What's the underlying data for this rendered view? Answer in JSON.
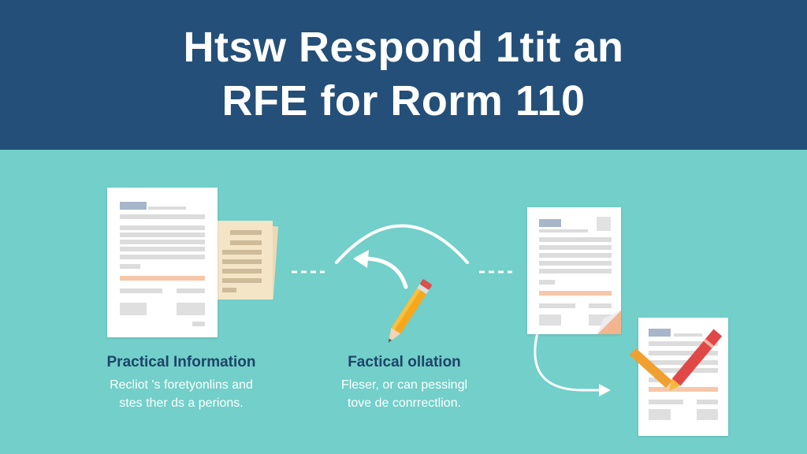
{
  "header": {
    "title_line1": "Htsw Respond 1tit an",
    "title_line2": "RFE for Rorm 110"
  },
  "colors": {
    "header_bg": "#244f78",
    "canvas_bg": "#72cfc9",
    "caption_title": "#1e4468",
    "accent_orange": "#f6c7a9",
    "pencil_yellow": "#f6a81c",
    "pencil_red": "#e04848"
  },
  "steps": [
    {
      "icon": "document-with-notes-icon",
      "title": "Practical Information",
      "body_line1": "Recliot 's foretyonlins and",
      "body_line2": "stes ther ds a perions."
    },
    {
      "icon": "pencil-with-arrows-icon",
      "title": "Factical ollation",
      "body_line1": "Fleser, or can pessingl",
      "body_line2": "tove de conrrectlion."
    },
    {
      "icon": "corrected-document-icon",
      "title": "",
      "body_line1": "",
      "body_line2": ""
    }
  ]
}
